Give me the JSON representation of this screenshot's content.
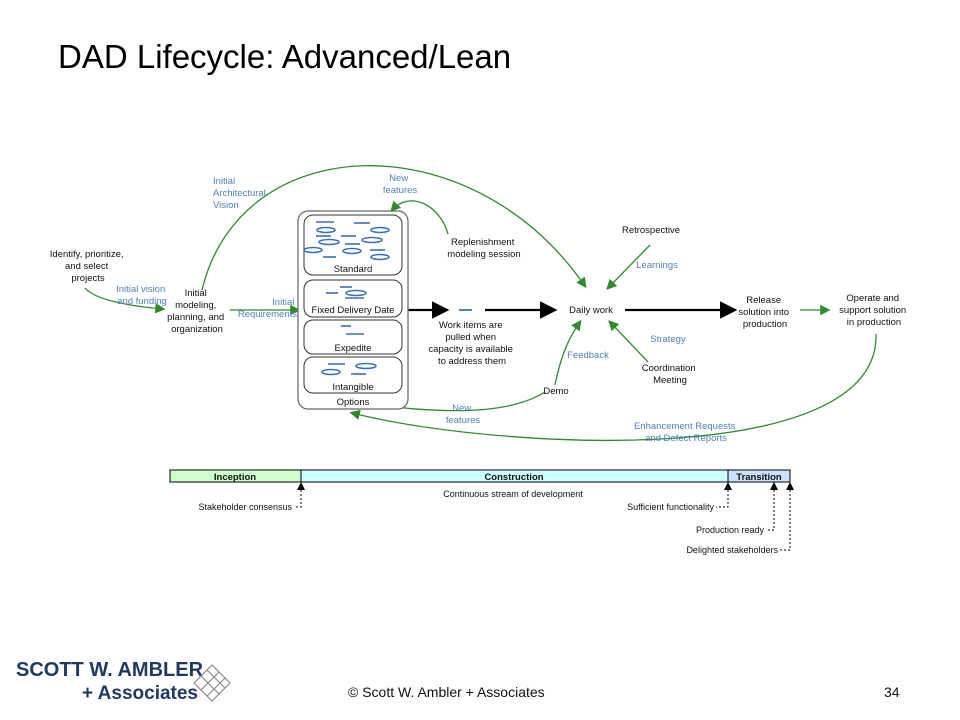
{
  "slide": {
    "title": "DAD Lifecycle: Advanced/Lean",
    "footer": "© Scott W. Ambler + Associates",
    "page_number": "34"
  },
  "logo": {
    "line1": "SCOTT W. AMBLER",
    "line2": "+ Associates",
    "text_color": "#1f3864"
  },
  "colors": {
    "green_arrow": "#2e8b2e",
    "blue_label": "#4f81bd",
    "inception_fill": "#ccffcc",
    "construction_fill": "#ccffff",
    "transition_fill": "#cce0ff"
  },
  "diagram": {
    "identify": [
      "Identify, prioritize,",
      "and select",
      "projects"
    ],
    "initial_vision": [
      "Initial vision",
      "and funding"
    ],
    "initial_modeling": [
      "Initial",
      "modeling,",
      "planning, and",
      "organization"
    ],
    "initial_arch": [
      "Initial",
      "Architectural",
      "Vision"
    ],
    "new_features_top": [
      "New",
      "features"
    ],
    "replenishment": [
      "Replenishment",
      "modeling session"
    ],
    "initial_requirements": [
      "Initial",
      "Requirements"
    ],
    "options": {
      "standard": "Standard",
      "fixed_date": "Fixed Delivery Date",
      "expedite": "Expedite",
      "intangible": "Intangible",
      "caption": "Options"
    },
    "work_items": [
      "Work items are",
      "pulled when",
      "capacity is available",
      "to address them"
    ],
    "daily_work": "Daily work",
    "retrospective": "Retrospective",
    "learnings": "Learnings",
    "strategy": "Strategy",
    "coordination": [
      "Coordination",
      "Meeting"
    ],
    "feedback": "Feedback",
    "demo": "Demo",
    "new_features_bottom": [
      "New",
      "features"
    ],
    "release": [
      "Release",
      "solution into",
      "production"
    ],
    "operate": [
      "Operate and",
      "support solution",
      "in production"
    ],
    "enhancement": [
      "Enhancement Requests",
      "and Defect Reports"
    ]
  },
  "phases": {
    "inception": "Inception",
    "construction": "Construction",
    "transition": "Transition",
    "continuous": "Continuous stream of development",
    "milestones": {
      "stakeholder_consensus": "Stakeholder consensus",
      "sufficient_functionality": "Sufficient functionality",
      "production_ready": "Production ready",
      "delighted": "Delighted stakeholders"
    }
  }
}
